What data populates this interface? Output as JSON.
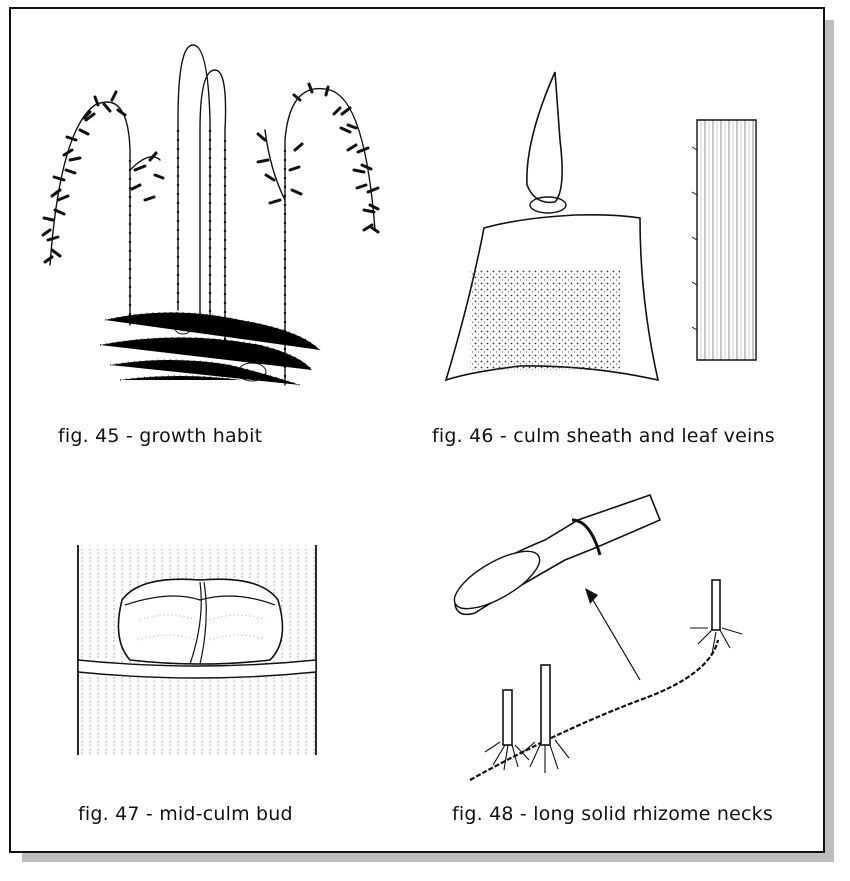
{
  "figures": {
    "fig45": {
      "caption": "fig. 45 - growth habit"
    },
    "fig46": {
      "caption": "fig. 46 - culm sheath and leaf veins"
    },
    "fig47": {
      "caption": "fig. 47 - mid-culm bud"
    },
    "fig48": {
      "caption": "fig. 48 - long solid rhizome necks"
    }
  },
  "colors": {
    "ink": "#111111",
    "shadow": "#bdbdbd",
    "background": "#ffffff"
  }
}
